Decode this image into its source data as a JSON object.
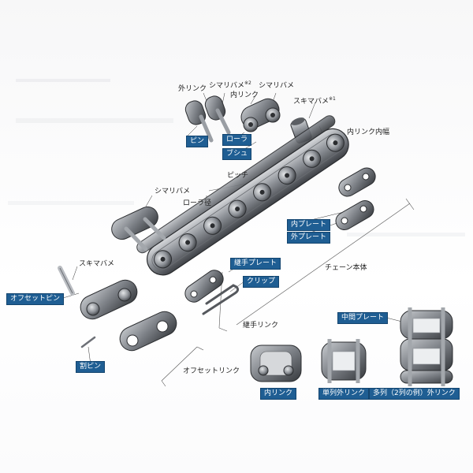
{
  "labels": {
    "outer_link": "外リンク",
    "spring_clip_1": "シマリバメ",
    "spring_clip_1_note": "※2",
    "spring_clip_2": "シマリバメ",
    "inner_link": "内リンク",
    "slip_fit": "スキマバメ",
    "slip_fit_note": "※1",
    "inner_width": "内リンク内幅",
    "pitch": "ピッチ",
    "roller_dia": "ローラ径",
    "spring_clip_3": "シマリバメ",
    "slip_fit_2": "スキマバメ",
    "chain_body": "チェーン本体",
    "connecting_link": "継手リンク",
    "offset_link": "オフセットリンク"
  },
  "callouts": {
    "pin": "ピン",
    "roller": "ローラ",
    "bush": "ブシュ",
    "inner_plate": "内プレート",
    "outer_plate": "外プレート",
    "connecting_plate": "継手プレート",
    "clip": "クリップ",
    "offset_pin": "オフセットピン",
    "cotter_pin": "割ピン",
    "middle_plate": "中間プレート",
    "inner_link_box": "内リンク",
    "single_outer_link": "単列外リンク",
    "multi_outer_link": "多列（2列の例）外リンク"
  },
  "colors": {
    "callout_bg": "#1f5e93",
    "metal_dark": "#4a4d52",
    "metal_light": "#b9bcc1"
  }
}
